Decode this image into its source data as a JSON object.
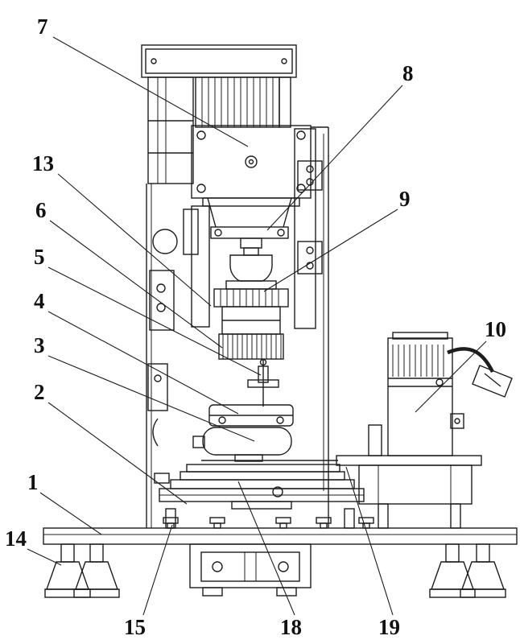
{
  "figure": {
    "background": "#ffffff",
    "line_color": "#1d1d1d",
    "label_color": "#111111"
  },
  "labels": [
    {
      "id": "7",
      "text": "7"
    },
    {
      "id": "8",
      "text": "8"
    },
    {
      "id": "13",
      "text": "13"
    },
    {
      "id": "6",
      "text": "6"
    },
    {
      "id": "9",
      "text": "9"
    },
    {
      "id": "5",
      "text": "5"
    },
    {
      "id": "4",
      "text": "4"
    },
    {
      "id": "3",
      "text": "3"
    },
    {
      "id": "10",
      "text": "10"
    },
    {
      "id": "2",
      "text": "2"
    },
    {
      "id": "1",
      "text": "1"
    },
    {
      "id": "14",
      "text": "14"
    },
    {
      "id": "15",
      "text": "15"
    },
    {
      "id": "18",
      "text": "18"
    },
    {
      "id": "19",
      "text": "19"
    }
  ]
}
